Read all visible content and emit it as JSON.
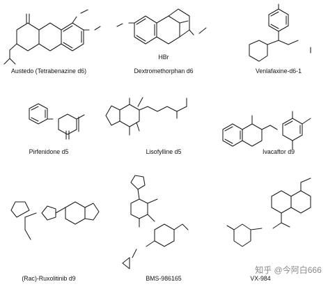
{
  "compounds": [
    {
      "name": "Austedo (Tetrabenazine d6)"
    },
    {
      "name": "Dextromethorphan d6",
      "salt": "HBr"
    },
    {
      "name": "Venlafaxine-d6-1"
    },
    {
      "name": "Pirfenidone d5"
    },
    {
      "name": "Lisofylline d5"
    },
    {
      "name": "Ivacaftor d9"
    },
    {
      "name": "(Rac)-Ruxolitinib d9"
    },
    {
      "name": "BMS-986165"
    },
    {
      "name": "VX-984"
    }
  ],
  "watermark": "知乎 @今阿白666",
  "colors": {
    "deuterium": "#cc0000",
    "heteroatom": "#1f3ea8",
    "bond": "#1a1a1a"
  }
}
